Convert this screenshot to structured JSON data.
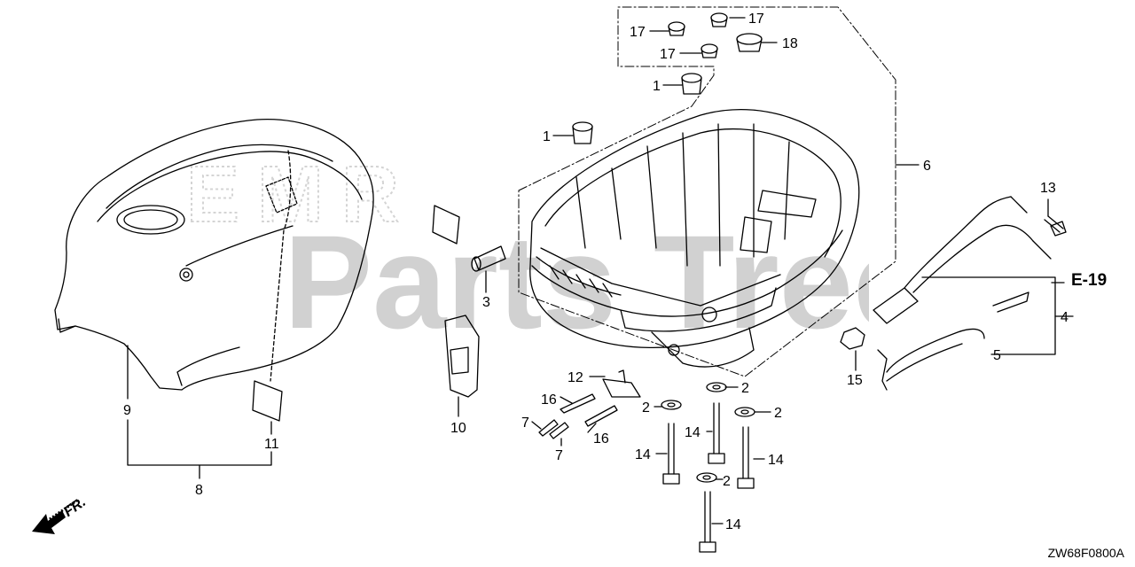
{
  "watermark": {
    "text": "Parts Tree",
    "color": "#c9c9c9",
    "back_text": "EMR"
  },
  "diagram_code": "ZW68F0800A",
  "reference_label": "E-19",
  "front_label": "FR.",
  "callouts": [
    {
      "id": "c17a",
      "text": "17"
    },
    {
      "id": "c17b",
      "text": "17"
    },
    {
      "id": "c17c",
      "text": "17"
    },
    {
      "id": "c18",
      "text": "18"
    },
    {
      "id": "c1a",
      "text": "1"
    },
    {
      "id": "c1b",
      "text": "1"
    },
    {
      "id": "c6",
      "text": "6"
    },
    {
      "id": "c13",
      "text": "13"
    },
    {
      "id": "c4",
      "text": "4"
    },
    {
      "id": "c5",
      "text": "5"
    },
    {
      "id": "c15",
      "text": "15"
    },
    {
      "id": "c3",
      "text": "3"
    },
    {
      "id": "c9",
      "text": "9"
    },
    {
      "id": "c11",
      "text": "11"
    },
    {
      "id": "c8",
      "text": "8"
    },
    {
      "id": "c10",
      "text": "10"
    },
    {
      "id": "c12",
      "text": "12"
    },
    {
      "id": "c16a",
      "text": "16"
    },
    {
      "id": "c16b",
      "text": "16"
    },
    {
      "id": "c7a",
      "text": "7"
    },
    {
      "id": "c7b",
      "text": "7"
    },
    {
      "id": "c2a",
      "text": "2"
    },
    {
      "id": "c2b",
      "text": "2"
    },
    {
      "id": "c2c",
      "text": "2"
    },
    {
      "id": "c2d",
      "text": "2"
    },
    {
      "id": "c14a",
      "text": "14"
    },
    {
      "id": "c14b",
      "text": "14"
    },
    {
      "id": "c14c",
      "text": "14"
    },
    {
      "id": "c14d",
      "text": "14"
    }
  ]
}
